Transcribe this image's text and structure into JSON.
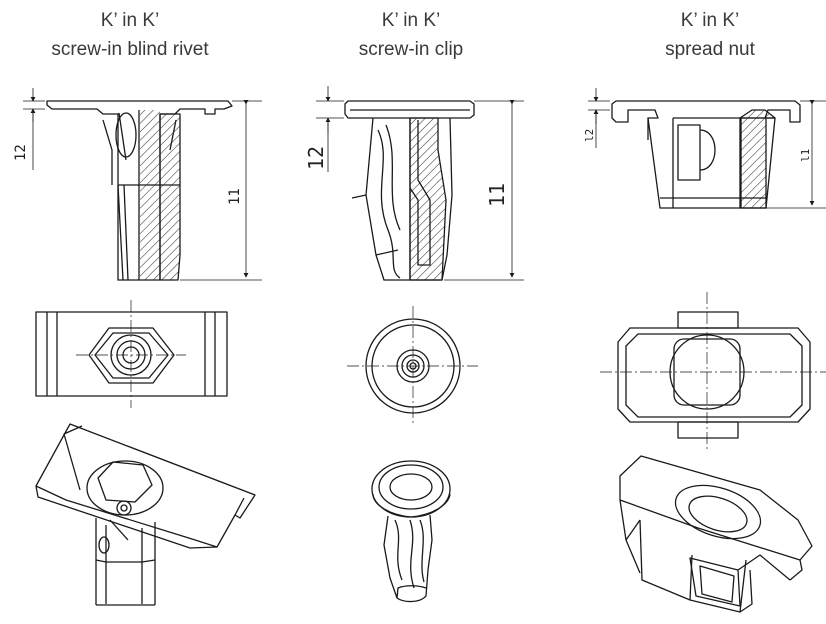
{
  "columns": [
    {
      "title": "K’ in K’",
      "subtitle": "screw-in blind rivet",
      "dims": {
        "h": "11",
        "t": "12"
      }
    },
    {
      "title": "K’ in K’",
      "subtitle": "screw-in clip",
      "dims": {
        "h": "11",
        "t": "12"
      }
    },
    {
      "title": "K’ in K’",
      "subtitle": "spread nut",
      "dims": {
        "h": "l1",
        "t": "l2"
      }
    }
  ],
  "colors": {
    "line": "#1a1a1a",
    "text": "#3a3a3a",
    "hatch": "#333333"
  }
}
